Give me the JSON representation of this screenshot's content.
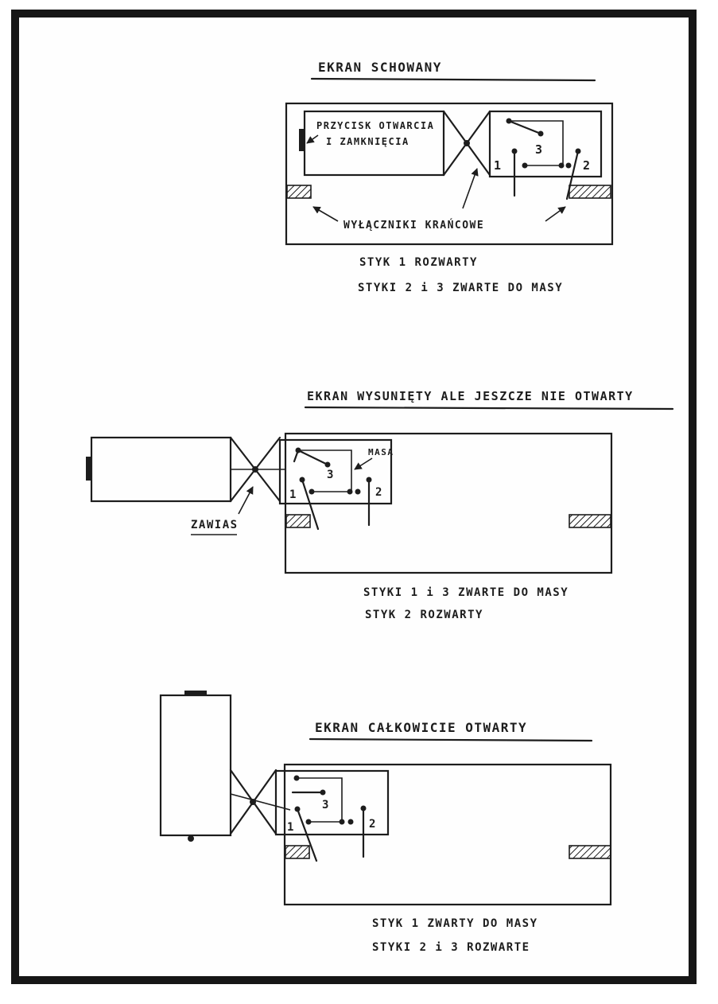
{
  "sections": [
    {
      "title": "EKRAN SCHOWANY",
      "button_label_1": "PRZYCISK OTWARCIA",
      "button_label_2": "I ZAMKNIĘCIA",
      "limit_switches_label": "WYŁĄCZNIKI KRAŃCOWE",
      "contact_labels": [
        "1",
        "2",
        "3"
      ],
      "status": [
        "STYK 1 ROZWARTY",
        "STYKI 2 i 3 ZWARTE DO MASY"
      ]
    },
    {
      "title": "EKRAN WYSUNIĘTY ALE JESZCZE NIE OTWARTY",
      "ground_label": "MASA",
      "hinge_label": "ZAWIAS",
      "contact_labels": [
        "1",
        "2",
        "3"
      ],
      "status": [
        "STYKI 1 i 3 ZWARTE DO MASY",
        "STYK 2 ROZWARTY"
      ]
    },
    {
      "title": "EKRAN CAŁKOWICIE OTWARTY",
      "contact_labels": [
        "1",
        "2",
        "3"
      ],
      "status": [
        "STYK 1 ZWARTY DO MASY",
        "STYKI 2 i 3 ROZWARTE"
      ]
    }
  ]
}
